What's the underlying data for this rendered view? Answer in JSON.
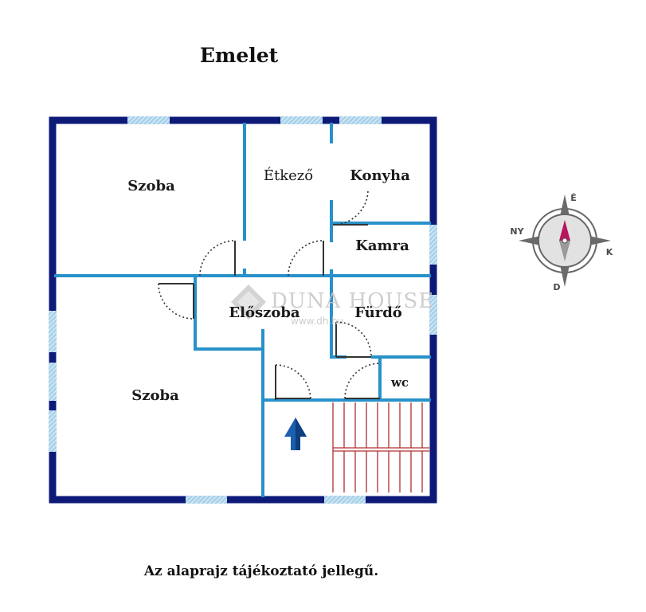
{
  "title": "Emelet",
  "rooms": {
    "szoba_top": "Szoba",
    "etkezo": "Étkező",
    "konyha": "Konyha",
    "kamra": "Kamra",
    "eloszoba": "Előszoba",
    "furdo": "Fürdő",
    "wc": "wc",
    "szoba_bottom": "Szoba"
  },
  "watermark": {
    "brand": "DUNA HOUSE",
    "url": "www.dh.hu"
  },
  "compass": {
    "north": "É",
    "east": "K",
    "south": "D",
    "west": "NY"
  },
  "note": "Az alaprajz tájékoztató jellegű.",
  "colors": {
    "outer_wall": "#0d1a78",
    "inner_wall": "#2891c9",
    "window": "#a7d1e8",
    "stairs": "#b03030",
    "arrow": "#1b5fae"
  }
}
